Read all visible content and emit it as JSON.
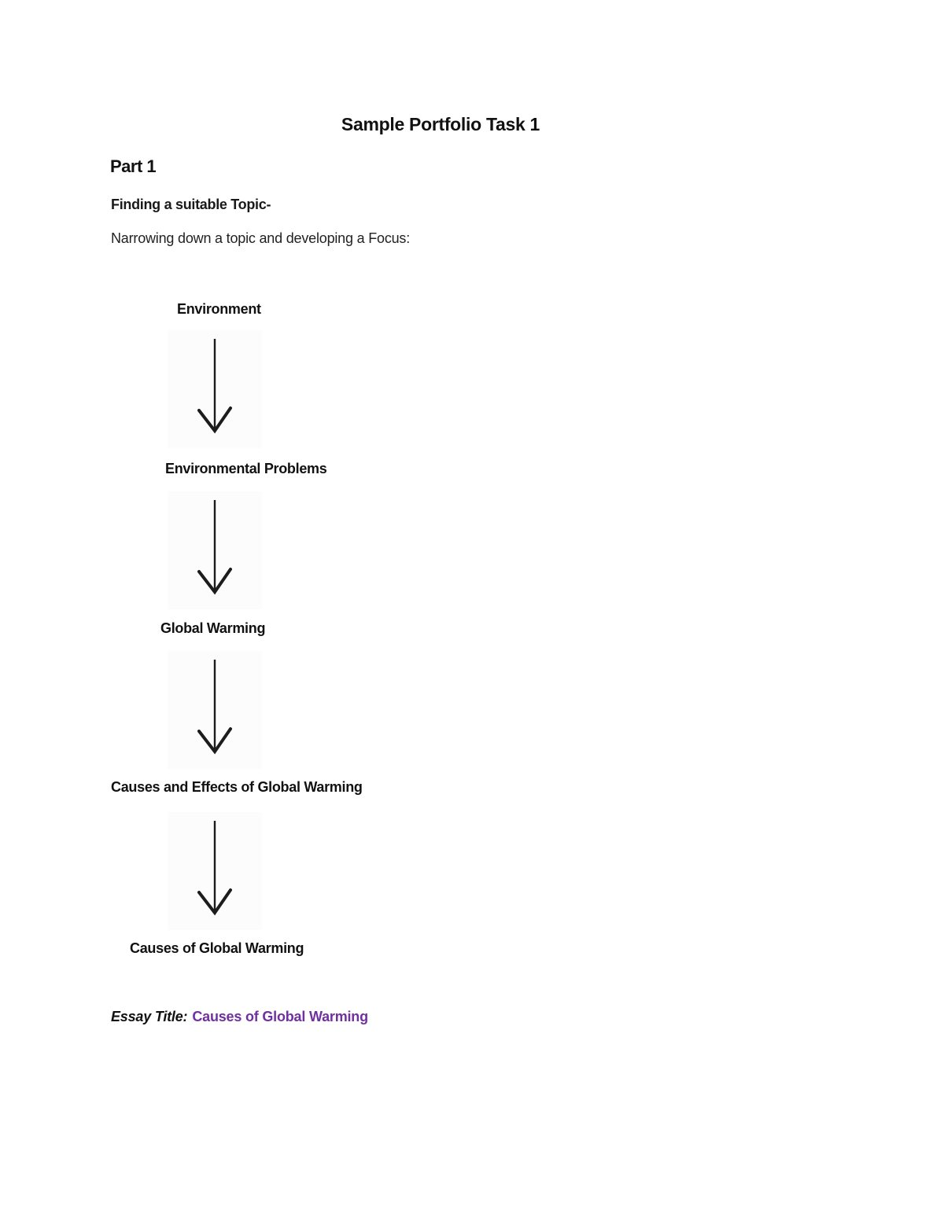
{
  "document": {
    "title": "Sample Portfolio Task 1",
    "part_heading": "Part 1",
    "topic_heading": "Finding a suitable Topic-",
    "intro_line": "Narrowing down a topic and developing a Focus:",
    "essay": {
      "label": "Essay Title:",
      "value": "Causes of Global Warming",
      "value_color": "#7030A0"
    }
  },
  "flow": {
    "connector_icon": "down-arrow",
    "steps": [
      {
        "label": "Environment"
      },
      {
        "label": "Environmental Problems"
      },
      {
        "label": "Global Warming"
      },
      {
        "label": "Causes and Effects of Global Warming"
      },
      {
        "label": "Causes of Global Warming"
      }
    ]
  }
}
